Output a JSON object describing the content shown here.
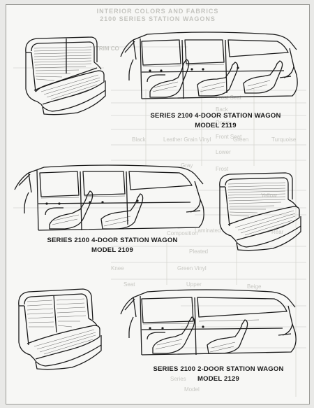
{
  "background_print": {
    "title_line1": "INTERIOR COLORS AND FABRICS",
    "title_line2": "2100 SERIES STATION WAGONS",
    "trim_heading": "TRIM CO",
    "words": [
      "Frost Seat",
      "Back",
      "Doors",
      "Lower",
      "Front Seat",
      "Leather Grain Vinyl",
      "Black",
      "Green",
      "Turquoise",
      "Yellow",
      "Gray",
      "Laminated",
      "Composition",
      "Pleated",
      "Knee",
      "Rear",
      "Seat",
      "Upper",
      "Frost",
      "Green Vinyl",
      "Beige",
      "Model",
      "Series"
    ]
  },
  "figures": [
    {
      "caption_line1": "SERIES 2100 4-DOOR STATION WAGON",
      "caption_line2": "MODEL 2119"
    },
    {
      "caption_line1": "SERIES 2100 4-DOOR STATION WAGON",
      "caption_line2": "MODEL 2109"
    },
    {
      "caption_line1": "SERIES 2100 2-DOOR STATION WAGON",
      "caption_line2": "MODEL 2129"
    }
  ],
  "icons": {
    "seat": "bench-seat-drawing",
    "wagon": "station-wagon-interior-drawing"
  },
  "colors": {
    "ink": "#1b1b1b",
    "paper": "#f7f7f5",
    "ghost": "#c8c8c3"
  }
}
